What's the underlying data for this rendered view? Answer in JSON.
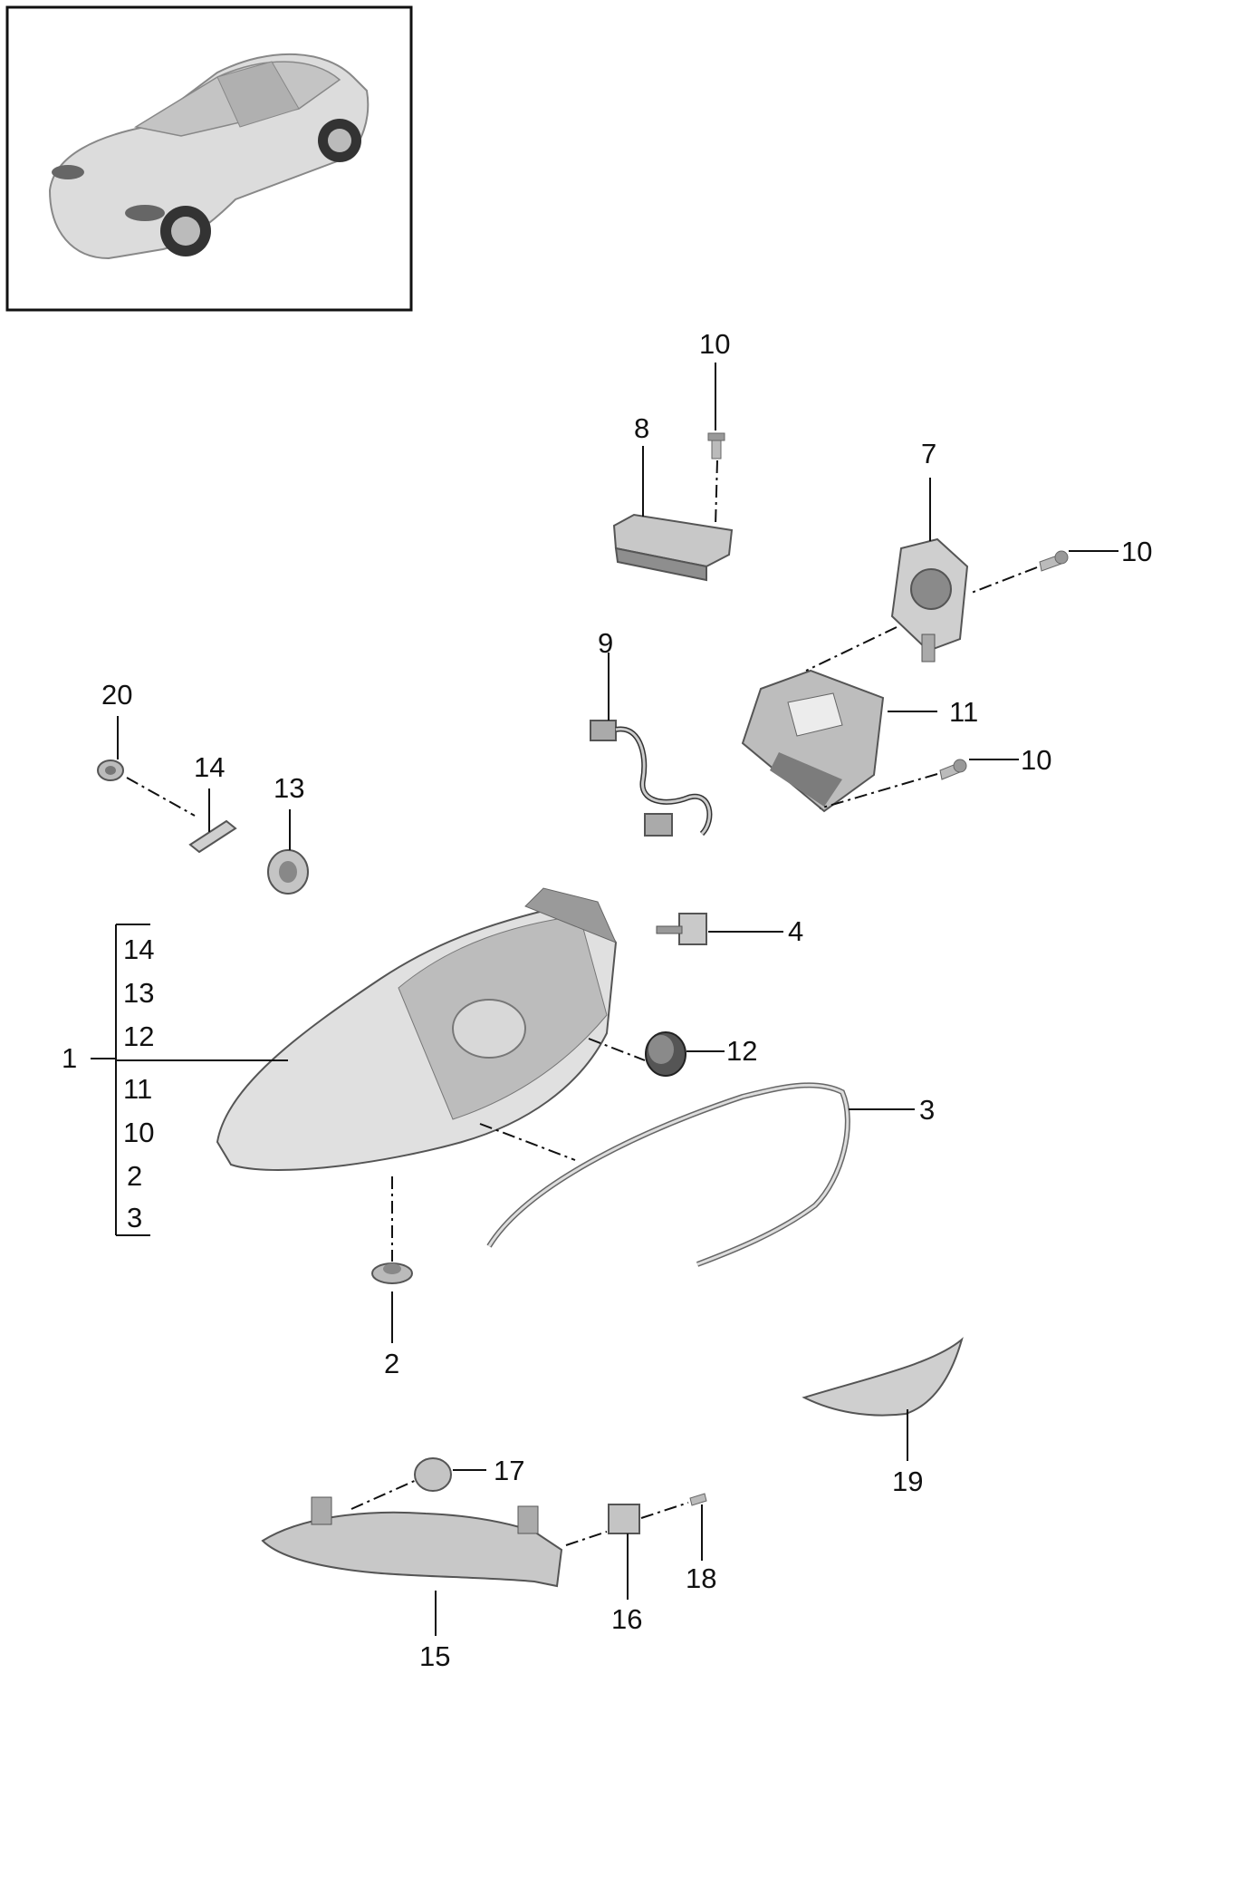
{
  "callouts": [
    {
      "id": "c1",
      "label": "1"
    },
    {
      "id": "c2",
      "label": "2"
    },
    {
      "id": "c3",
      "label": "3"
    },
    {
      "id": "c4",
      "label": "4"
    },
    {
      "id": "c7",
      "label": "7"
    },
    {
      "id": "c8",
      "label": "8"
    },
    {
      "id": "c9",
      "label": "9"
    },
    {
      "id": "c10a",
      "label": "10"
    },
    {
      "id": "c10b",
      "label": "10"
    },
    {
      "id": "c10c",
      "label": "10"
    },
    {
      "id": "c11",
      "label": "11"
    },
    {
      "id": "c12",
      "label": "12"
    },
    {
      "id": "c13",
      "label": "13"
    },
    {
      "id": "c14",
      "label": "14"
    },
    {
      "id": "c15",
      "label": "15"
    },
    {
      "id": "c16",
      "label": "16"
    },
    {
      "id": "c17",
      "label": "17"
    },
    {
      "id": "c18",
      "label": "18"
    },
    {
      "id": "c19",
      "label": "19"
    },
    {
      "id": "c20",
      "label": "20"
    }
  ],
  "assembly_bracket": {
    "includes": [
      "14",
      "13",
      "12",
      "11",
      "10",
      "2",
      "3"
    ]
  },
  "colors": {
    "part_fill": "#d6d6d6",
    "part_dark": "#9a9a9a",
    "line": "#111111"
  }
}
